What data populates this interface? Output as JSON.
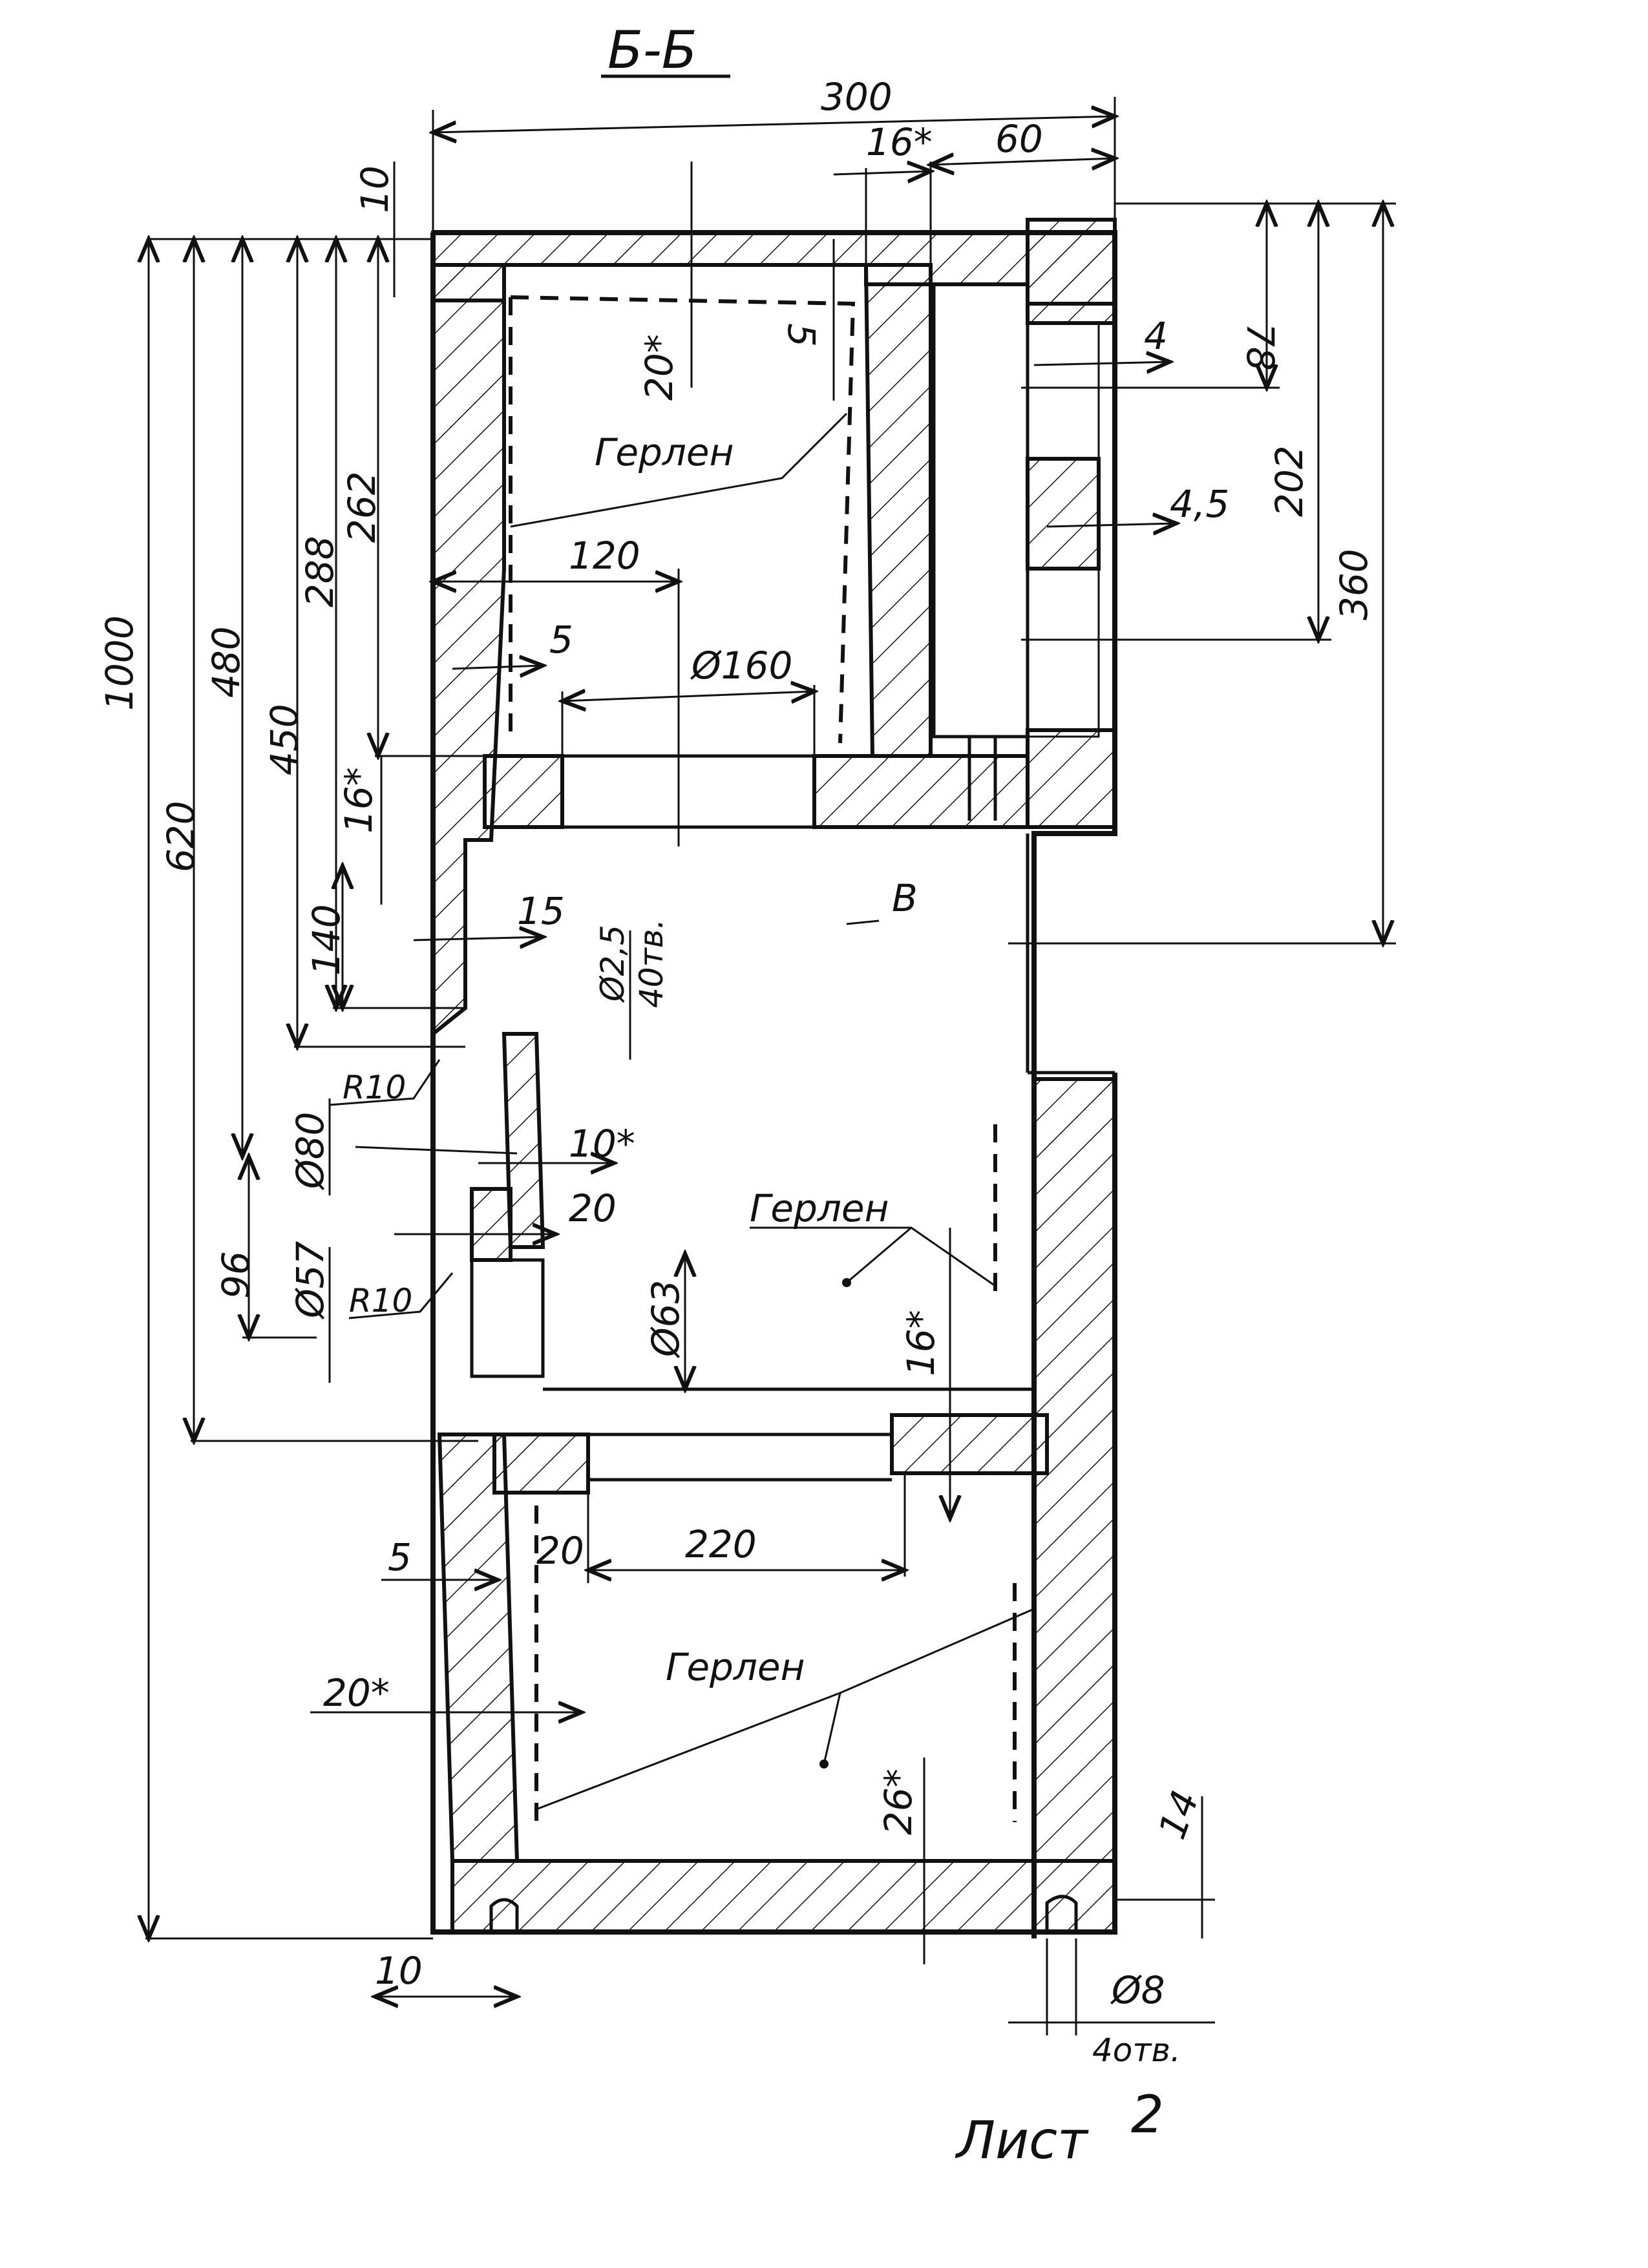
{
  "title": "Б-Б",
  "sheet_label": "Лист",
  "sheet_number": "2",
  "dimensions": {
    "d300": "300",
    "d16s_top": "16*",
    "d60": "60",
    "d10_top": "10",
    "d78": "78",
    "d4": "4",
    "d202": "202",
    "d4_5": "4,5",
    "d360": "360",
    "d20s_top": "20*",
    "d5_top": "5",
    "d120": "120",
    "d5_mid": "5",
    "d160": "Ø160",
    "d1000": "1000",
    "d620": "620",
    "d480": "480",
    "d450": "450",
    "d288": "288",
    "d262": "262",
    "d16s_left": "16*",
    "d140": "140",
    "d15": "15",
    "d2_5": "Ø2,5",
    "holes40_a": "40тв.",
    "r10_a": "R10",
    "d80": "Ø80",
    "d10s": "10*",
    "d20_mid": "20",
    "d96": "96",
    "d57": "Ø57",
    "r10_b": "R10",
    "d63": "Ø63",
    "d16s_right": "16*",
    "d5_low": "5",
    "d20_low": "20",
    "d220": "220",
    "d20s_low": "20*",
    "d26s": "26*",
    "d14": "14",
    "d10_bot": "10",
    "d8": "Ø8",
    "holes40_b": "4отв."
  },
  "labels": {
    "gerlen_1": "Герлен",
    "gerlen_2": "Герлен",
    "gerlen_3": "Герлен",
    "view_b": "В"
  }
}
